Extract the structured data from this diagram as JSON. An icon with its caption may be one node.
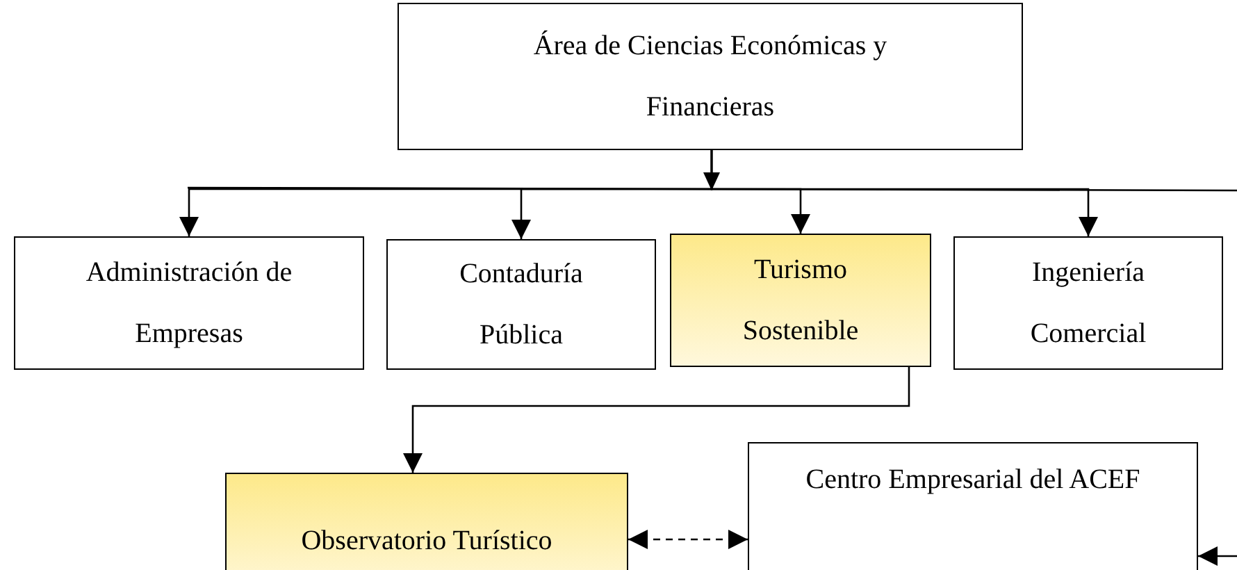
{
  "diagram": {
    "nodes": [
      {
        "text": [
          "Área de Ciencias Económicas y Financieras"
        ]
      },
      {
        "text": [
          "Administración de Empresas"
        ]
      },
      {
        "text": [
          "Contaduría Pública"
        ]
      },
      {
        "text": [
          "Turismo Sostenible"
        ]
      },
      {
        "text": [
          "Ingeniería Comercial"
        ]
      },
      {
        "text": [
          "Observatorio Turístico"
        ]
      },
      {
        "text": [
          "Centro Empresarial del ACEF"
        ]
      }
    ],
    "edges": [
      {
        "from": 0,
        "to": 1,
        "arrow": "to"
      },
      {
        "from": 0,
        "to": 2,
        "arrow": "to"
      },
      {
        "from": 0,
        "to": 3,
        "arrow": "to"
      },
      {
        "from": 0,
        "to": 4,
        "arrow": "to"
      },
      {
        "from": 3,
        "to": 5,
        "arrow": "to"
      },
      {
        "from": 5,
        "to": 6,
        "arrow": "both",
        "style": "dashed"
      },
      {
        "from": null,
        "to": 6,
        "arrow": "to"
      }
    ]
  }
}
